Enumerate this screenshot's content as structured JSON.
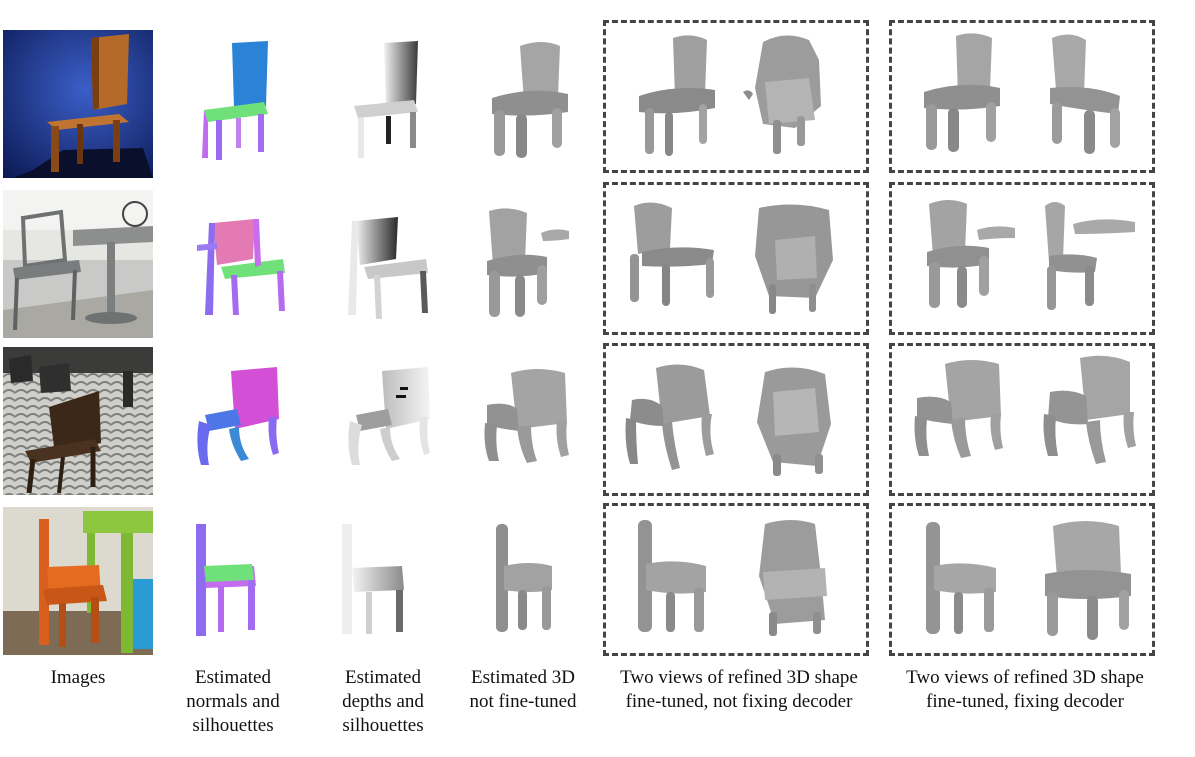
{
  "figure": {
    "captions": {
      "images": "Images",
      "normals": "Estimated\nnormals and\nsilhouettes",
      "depths": "Estimated\ndepths and\nsilhouettes",
      "estimated3d": "Estimated 3D\nnot fine-tuned",
      "refined_not_fixing": "Two views of refined 3D shape\nfine-tuned, not fixing decoder",
      "refined_fixing": "Two views of refined 3D shape\nfine-tuned, fixing decoder"
    },
    "rows": [
      {
        "photo": "wooden-chair-blue-background"
      },
      {
        "photo": "metal-patio-chair-with-table"
      },
      {
        "photo": "wooden-chair-on-sand"
      },
      {
        "photo": "orange-chair-green-table"
      }
    ],
    "colors": {
      "normal_blue": "#2a83d6",
      "normal_green": "#6fe07a",
      "normal_magenta": "#c06bf0",
      "mesh_gray": "#9a9a9a",
      "dash_border": "#444444"
    }
  }
}
